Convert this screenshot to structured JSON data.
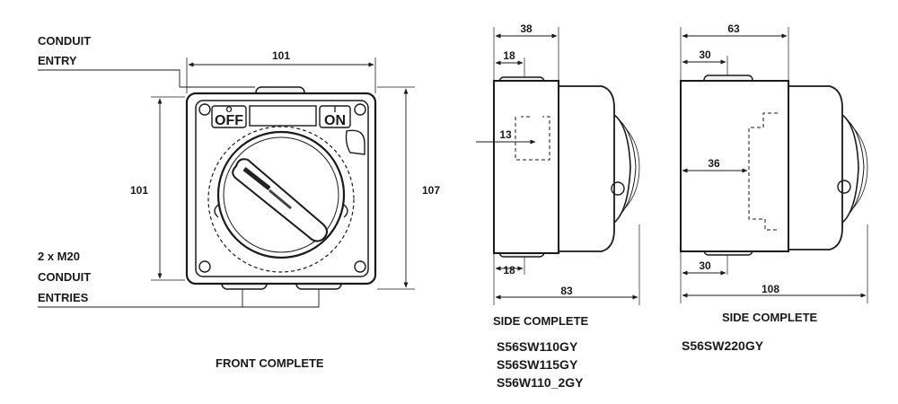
{
  "front": {
    "conduit_entry_label": [
      "CONDUIT",
      "ENTRY"
    ],
    "m20_label": [
      "2 x M20",
      "CONDUIT",
      "ENTRIES"
    ],
    "caption": "FRONT COMPLETE",
    "switch_off": "OFF",
    "switch_off_mark": "O",
    "switch_on": "ON",
    "switch_on_mark": "I",
    "dims": {
      "width_top": "101",
      "height_left": "101",
      "height_right": "107"
    }
  },
  "side1": {
    "dims": {
      "top_overall": "38",
      "top_inner": "18",
      "depth": "13",
      "bottom_inner": "18",
      "bottom_overall": "83"
    },
    "caption": "SIDE COMPLETE",
    "models": [
      "S56SW110GY",
      "S56SW115GY",
      "S56W110_2GY"
    ]
  },
  "side2": {
    "dims": {
      "top_overall": "63",
      "top_inner": "30",
      "depth": "36",
      "bottom_inner": "30",
      "bottom_overall": "108"
    },
    "caption": "SIDE COMPLETE",
    "models": [
      "S56SW220GY"
    ]
  }
}
